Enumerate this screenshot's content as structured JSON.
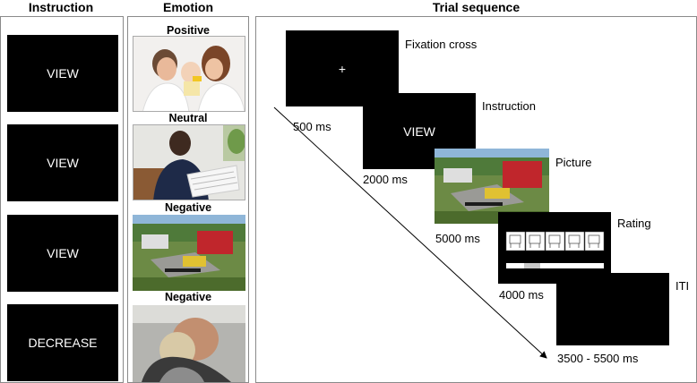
{
  "headers": {
    "instruction": "Instruction",
    "emotion": "Emotion",
    "trial": "Trial sequence"
  },
  "instruction_boxes": [
    "VIEW",
    "VIEW",
    "VIEW",
    "DECREASE"
  ],
  "emotion_labels": [
    "Positive",
    "Neutral",
    "Negative",
    "Negative"
  ],
  "trial": {
    "steps": [
      {
        "name": "Fixation cross",
        "duration": "500 ms",
        "content": "+"
      },
      {
        "name": "Instruction",
        "duration": "2000 ms",
        "content": "VIEW"
      },
      {
        "name": "Picture",
        "duration": "5000 ms"
      },
      {
        "name": "Rating",
        "duration": "4000 ms"
      },
      {
        "name": "ITI",
        "duration": "3500 - 5500 ms"
      }
    ]
  },
  "colors": {
    "screen": "#000000",
    "panel_border": "#8a8a8a"
  }
}
